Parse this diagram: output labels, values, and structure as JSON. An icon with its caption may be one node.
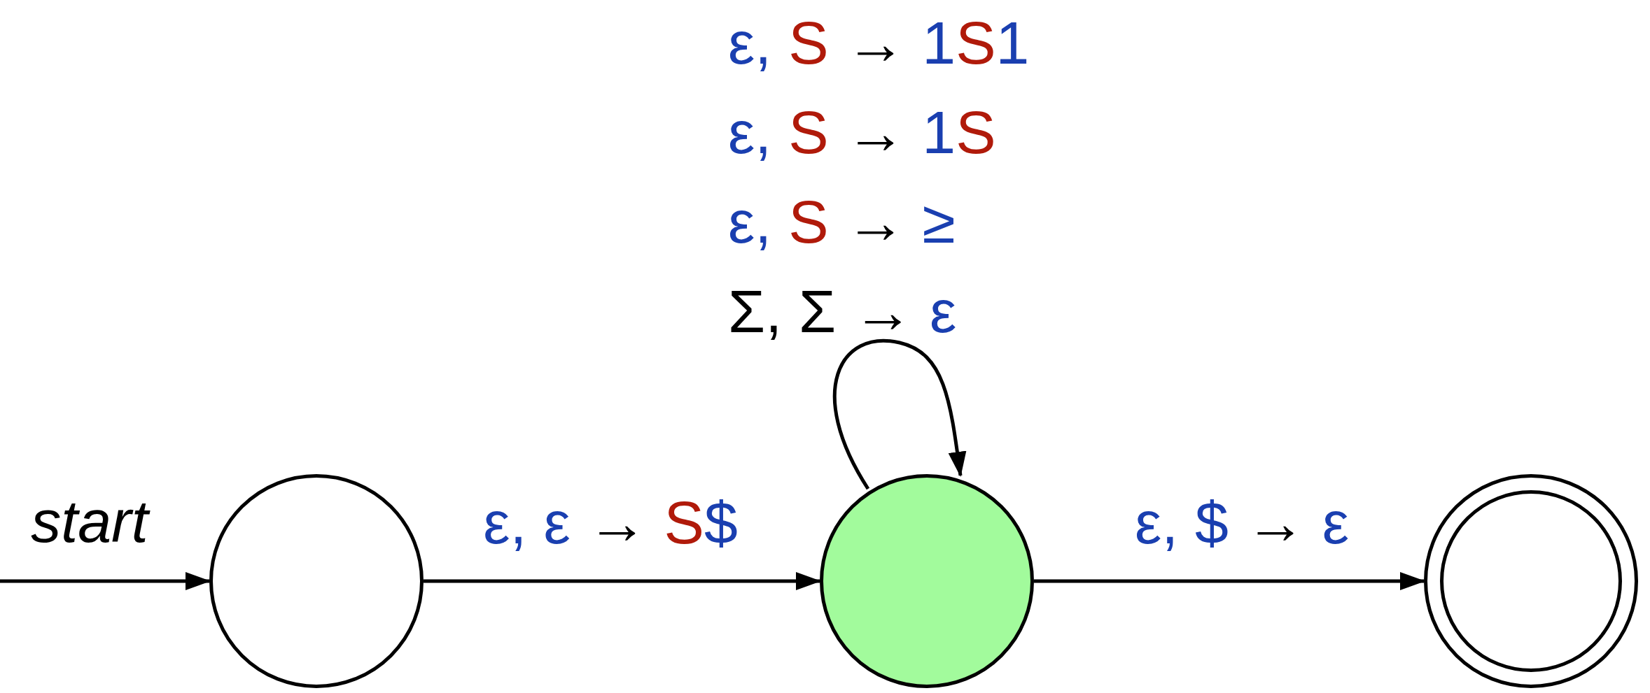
{
  "diagram": {
    "nodes": [
      {
        "text": [],
        "shape": "circle"
      },
      {
        "text": [],
        "shape": "circle"
      },
      {
        "text": [],
        "shape": "circle"
      }
    ],
    "edges": [
      {
        "from": null,
        "to": 0,
        "arrow": "to",
        "label": "start"
      },
      {
        "from": 0,
        "to": 1,
        "arrow": "to",
        "label": "ε, ε → S$"
      },
      {
        "from": 1,
        "to": 1,
        "arrow": "to"
      },
      {
        "from": 1,
        "to": 2,
        "arrow": "to",
        "label": "ε, $ → ε"
      }
    ],
    "labels": [
      "ε, S → 1S1",
      "ε, S → 1S",
      "ε, S → ≥",
      "Σ, Σ → ε"
    ]
  }
}
